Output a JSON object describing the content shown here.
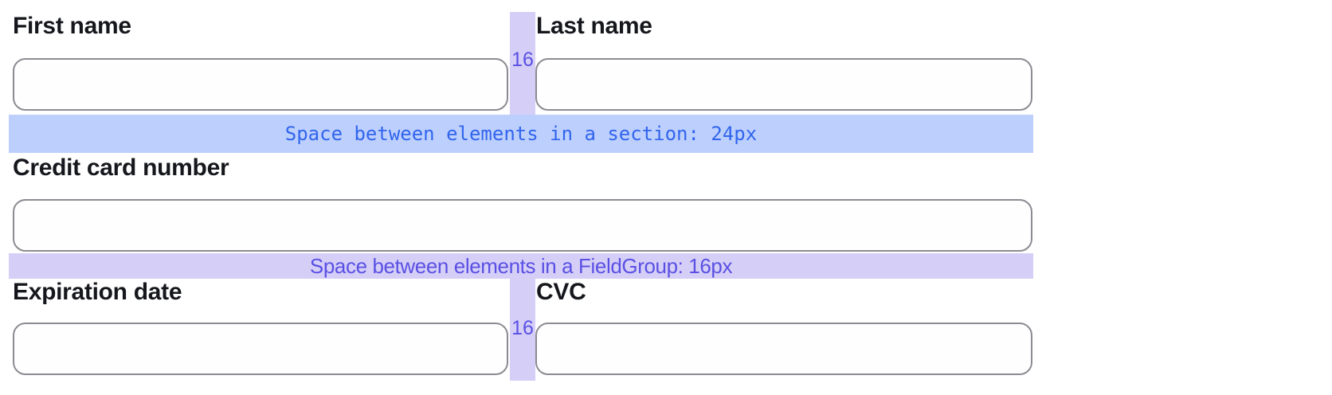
{
  "colors": {
    "section_band_bg": "#bdcffc",
    "section_band_text": "#3165ee",
    "group_band_bg": "#d5cff7",
    "group_band_text": "#5a50e4",
    "input_border": "#8b8b93",
    "label_text": "#15171c",
    "page_bg": "#ffffff"
  },
  "form": {
    "row1": {
      "left_label": "First name",
      "left_value": "",
      "right_label": "Last name",
      "right_value": ""
    },
    "row2": {
      "label": "Credit card number",
      "value": ""
    },
    "row3": {
      "left_label": "Expiration date",
      "left_value": "",
      "right_label": "CVC",
      "right_value": ""
    }
  },
  "annotations": {
    "section_spacing_label": "Space between elements in a section: 24px",
    "fieldgroup_spacing_label": "Space between elements in a FieldGroup: 16px",
    "column_gap_top": "16",
    "column_gap_bottom": "16"
  }
}
